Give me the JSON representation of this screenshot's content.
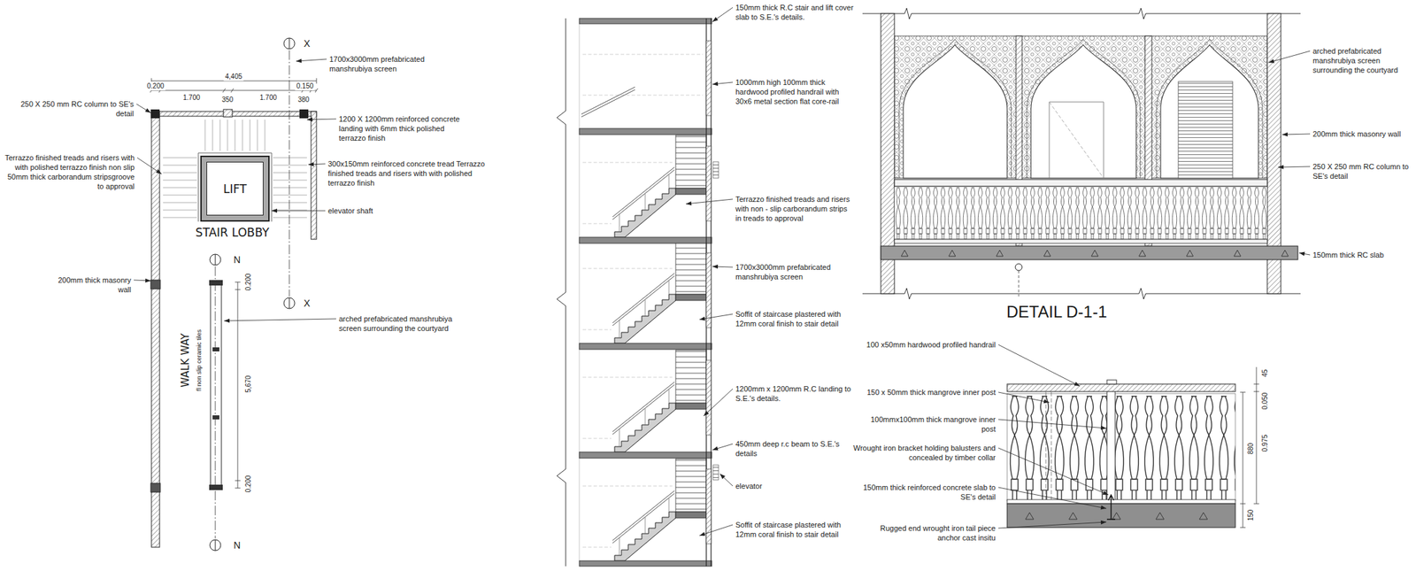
{
  "diagram": {
    "nodes": [
      {
        "text": [
          "LIFT"
        ]
      }
    ],
    "labels": [
      "X",
      "1700x3000mm prefabricated manshrubiya screen",
      "4,405",
      "0.200",
      "0.150",
      "1.700",
      "350",
      "1.700",
      "380",
      "250 X 250 mm RC column to SE's detail",
      "1200 X 1200mm reinforced concrete landing with 6mm thick polished terrazzo finish",
      "Terrazzo finished treads and risers with with polished terrazzo finish non slip 50mm thick carborandum stripsgroove to approval",
      "300x150mm reinforced concrete tread Terrazzo finished treads and risers with with polished terrazzo finish",
      "elevator shaft",
      "STAIR LOBBY",
      "N",
      "X",
      "200mm thick masonry wall",
      "arched prefabricated manshrubiya screen surrounding the courtyard",
      "0.200",
      "WALK WAY",
      "fl non slip ceramic tiles",
      "5,670",
      "0.200",
      "N",
      "150mm thick R.C stair and lift cover slab to S.E.'s details.",
      "1000mm high 100mm thick hardwood profiled handrail with 30x6 metal section flat core-rail",
      "Terrazzo finished treads and risers with non - slip carborandum strips in treads to approval",
      "1700x3000mm prefabricated manshrubiya screen",
      "Soffit of staircase plastered with 12mm coral finish to stair detail",
      "1200mm x 1200mm R.C landing to S.E.'s details.",
      "450mm deep r.c beam to S.E.'s details",
      "elevator",
      "Soffit of staircase plastered with 12mm coral finish to stair detail",
      "arched prefabricated manshrubiya screen surrounding the courtyard",
      "200mm thick masonry wall",
      "250 X 250 mm RC column to SE's detail",
      "150mm thick RC slab",
      "DETAIL D-1-1",
      "100 x50mm hardwood profiled handrail",
      "150 x 50mm thick mangrove inner post",
      "100mmx100mm thick mangrove inner post",
      "Wrought iron bracket holding balusters and concealed by timber collar",
      "150mm thick reinforced concrete slab to SE's detail",
      "Rugged end wrought iron tail piece anchor cast insitu",
      "45",
      "0.050",
      "0.975",
      "880",
      "150"
    ]
  }
}
